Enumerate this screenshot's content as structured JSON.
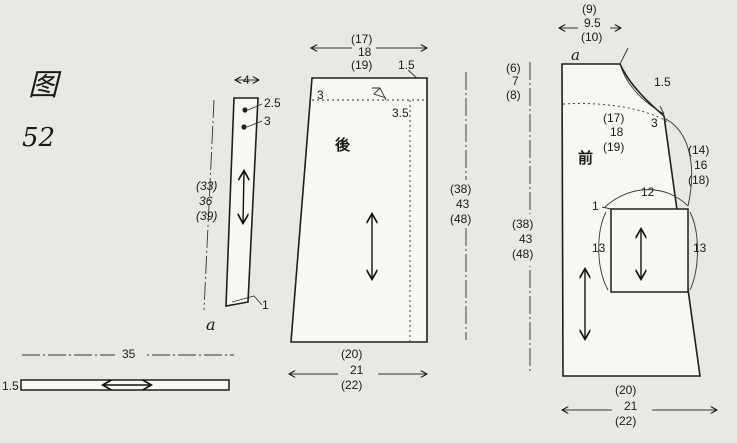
{
  "figure": {
    "title": "图",
    "number": "52"
  },
  "strap": {
    "width": "4",
    "hole1": "2.5",
    "hole2": "3",
    "length": [
      "(33)",
      "36",
      "(39)"
    ],
    "corner": "1",
    "mark": "a"
  },
  "back": {
    "label": "後",
    "waist": [
      "(17)",
      "18",
      "(19)"
    ],
    "waist_step": "1.5",
    "dart": "3.5",
    "fold": "3",
    "length": [
      "(38)",
      "43",
      "(48)"
    ],
    "hem": [
      "(20)",
      "21",
      "(22)"
    ]
  },
  "front": {
    "label": "前",
    "top": [
      "(9)",
      "9.5",
      "(10)"
    ],
    "mark": "a",
    "left_top": [
      "(6)",
      "7",
      "(8)"
    ],
    "curve": "1.5",
    "waist": [
      "(17)",
      "18",
      "(19)"
    ],
    "fold": "3",
    "side": [
      "(14)",
      "16",
      "(18)"
    ],
    "pocket_w": "12",
    "pocket_offset": "1",
    "pocket_h_left": "13",
    "pocket_h_right": "13",
    "length": [
      "(38)",
      "43",
      "(48)"
    ],
    "hem": [
      "(20)",
      "21",
      "(22)"
    ]
  },
  "waistband": {
    "length": "35",
    "width": "1.5"
  }
}
